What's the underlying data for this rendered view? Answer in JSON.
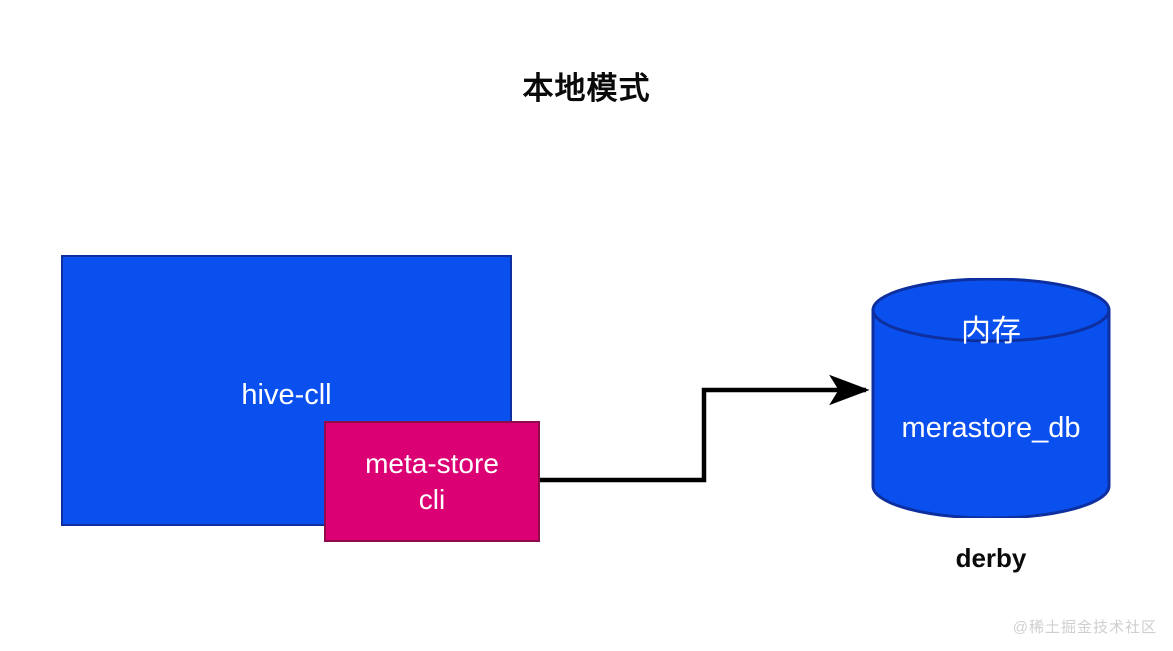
{
  "title": "本地模式",
  "nodes": {
    "hive_client": {
      "label": "hive-cll",
      "fill": "#0A50EF",
      "stroke": "#0D2FA0",
      "text_color": "#FFFFFF"
    },
    "metastore": {
      "line1": "meta-store",
      "line2": "cli",
      "fill": "#DB0073",
      "stroke": "#8F0B4B",
      "text_color": "#FFFFFF"
    },
    "database": {
      "top_label": "内存",
      "main_label": "merastore_db",
      "caption": "derby",
      "fill": "#0A50EF",
      "stroke": "#0D2FA0",
      "text_color": "#FFFFFF",
      "caption_color": "#0A0A0A"
    }
  },
  "connector": {
    "name": "metastore-to-derby",
    "color": "#000000",
    "has_arrowhead": true
  },
  "watermark": "@稀土掘金技术社区",
  "colors": {
    "background": "#FFFFFF",
    "blue": "#0A50EF",
    "blue_border": "#0D2FA0",
    "pink": "#DB0073",
    "pink_border": "#8F0B4B",
    "title": "#0A0A0A",
    "watermark": "#CFCFCF"
  }
}
